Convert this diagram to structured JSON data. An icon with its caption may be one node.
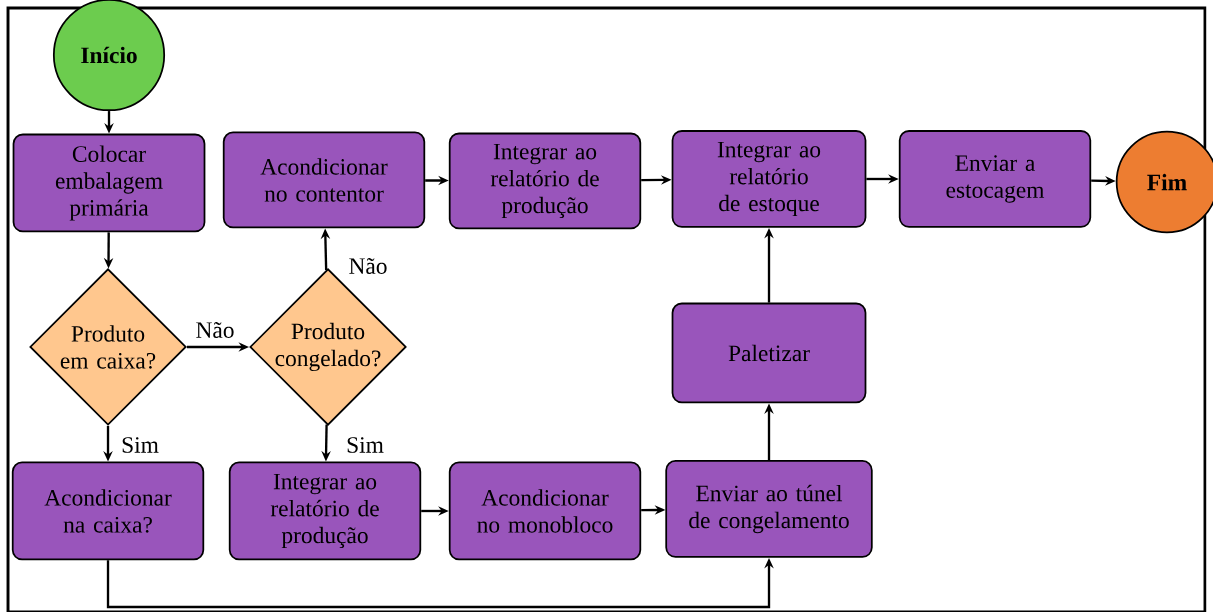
{
  "diagram": {
    "nodes": [
      {
        "text": [
          "Início"
        ]
      },
      {
        "text": [
          "Colocar embalagem primária"
        ]
      },
      {
        "text": [
          "Produto em caixa?"
        ]
      },
      {
        "text": [
          "Produto congelado?"
        ]
      },
      {
        "text": [
          "Acondicionar no contentor"
        ]
      },
      {
        "text": [
          "Integrar ao relatório de produção"
        ]
      },
      {
        "text": [
          "Integrar ao relatório de estoque"
        ]
      },
      {
        "text": [
          "Enviar a estocagem"
        ]
      },
      {
        "text": [
          "Fim"
        ]
      },
      {
        "text": [
          "Paletizar"
        ]
      },
      {
        "text": [
          "Acondicionar na caixa?"
        ]
      },
      {
        "text": [
          "Integrar ao relatório de produção"
        ]
      },
      {
        "text": [
          "Acondicionar no monobloco"
        ]
      },
      {
        "text": [
          "Enviar ao túnel de congelamento"
        ]
      }
    ],
    "edges": [
      {
        "from": 0,
        "to": 1,
        "arrow": "to"
      },
      {
        "from": 1,
        "to": 2,
        "arrow": "to"
      },
      {
        "from": 2,
        "to": 3,
        "arrow": "to",
        "label": "Não"
      },
      {
        "from": 2,
        "to": 10,
        "arrow": "to",
        "label": "Sim"
      },
      {
        "from": 3,
        "to": 4,
        "arrow": "to",
        "label": "Não"
      },
      {
        "from": 3,
        "to": 11,
        "arrow": "to",
        "label": "Sim"
      },
      {
        "from": 4,
        "to": 5,
        "arrow": "to"
      },
      {
        "from": 5,
        "to": 6,
        "arrow": "to"
      },
      {
        "from": 6,
        "to": 7,
        "arrow": "to"
      },
      {
        "from": 7,
        "to": 8,
        "arrow": "to"
      },
      {
        "from": 11,
        "to": 12,
        "arrow": "to"
      },
      {
        "from": 12,
        "to": 13,
        "arrow": "to"
      },
      {
        "from": 13,
        "to": 9,
        "arrow": "to"
      },
      {
        "from": 9,
        "to": 6,
        "arrow": "to"
      },
      {
        "from": 10,
        "to": 13,
        "arrow": "to"
      }
    ]
  }
}
